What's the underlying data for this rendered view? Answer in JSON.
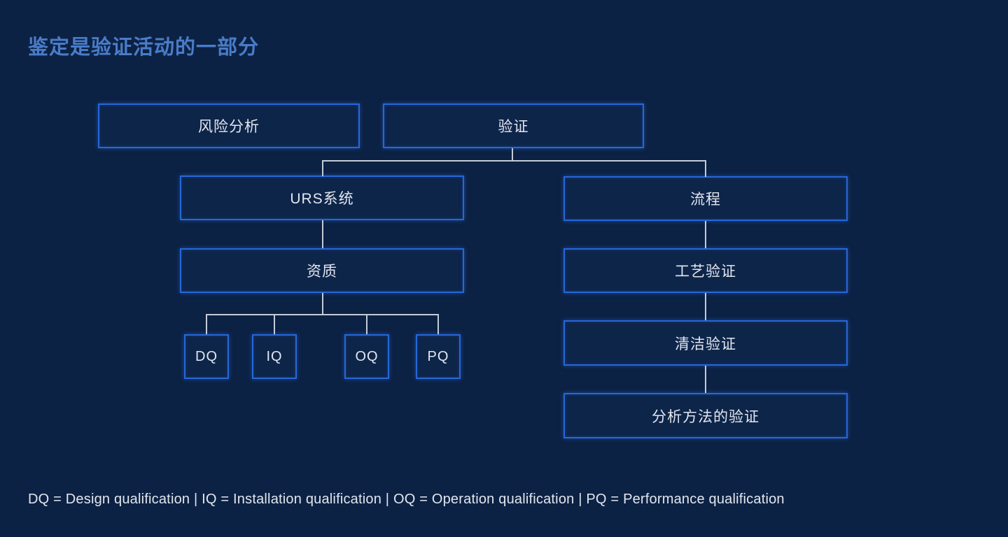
{
  "title": "鉴定是验证活动的一部分",
  "colors": {
    "background": "#0c2244",
    "box_border": "#2767d8",
    "box_text": "#e2e6ee",
    "title_text": "#4a7cc9",
    "connector": "#c2cbd8",
    "legend_text": "#e2e6ee"
  },
  "diagram": {
    "nodes": {
      "risk_analysis": {
        "label": "风险分析"
      },
      "validation": {
        "label": "验证"
      },
      "urs_system": {
        "label": "URS系统"
      },
      "process": {
        "label": "流程"
      },
      "qualification": {
        "label": "资质"
      },
      "dq": {
        "label": "DQ"
      },
      "iq": {
        "label": "IQ"
      },
      "oq": {
        "label": "OQ"
      },
      "pq": {
        "label": "PQ"
      },
      "process_validation": {
        "label": "工艺验证"
      },
      "cleaning_validation": {
        "label": "清洁验证"
      },
      "analytical_method_validation": {
        "label": "分析方法的验证"
      }
    }
  },
  "legend": "DQ = Design qualification | IQ = Installation qualification | OQ = Operation qualification | PQ = Performance qualification"
}
